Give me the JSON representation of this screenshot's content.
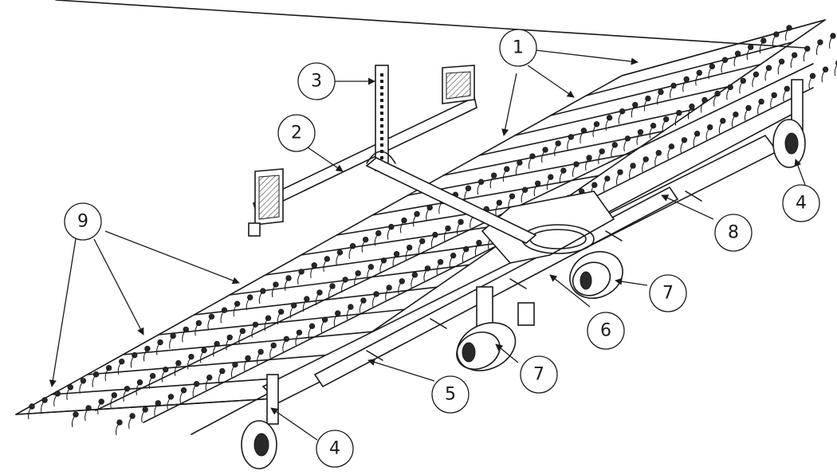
{
  "callouts": [
    {
      "id": "1",
      "label": "1"
    },
    {
      "id": "2",
      "label": "2"
    },
    {
      "id": "3",
      "label": "3"
    },
    {
      "id": "4a",
      "label": "4"
    },
    {
      "id": "4b",
      "label": "4"
    },
    {
      "id": "5",
      "label": "5"
    },
    {
      "id": "6",
      "label": "6"
    },
    {
      "id": "7a",
      "label": "7"
    },
    {
      "id": "7b",
      "label": "7"
    },
    {
      "id": "8",
      "label": "8"
    },
    {
      "id": "9",
      "label": "9"
    }
  ],
  "colors": {
    "ink": "#1a1a1a",
    "background": "#ffffff"
  }
}
